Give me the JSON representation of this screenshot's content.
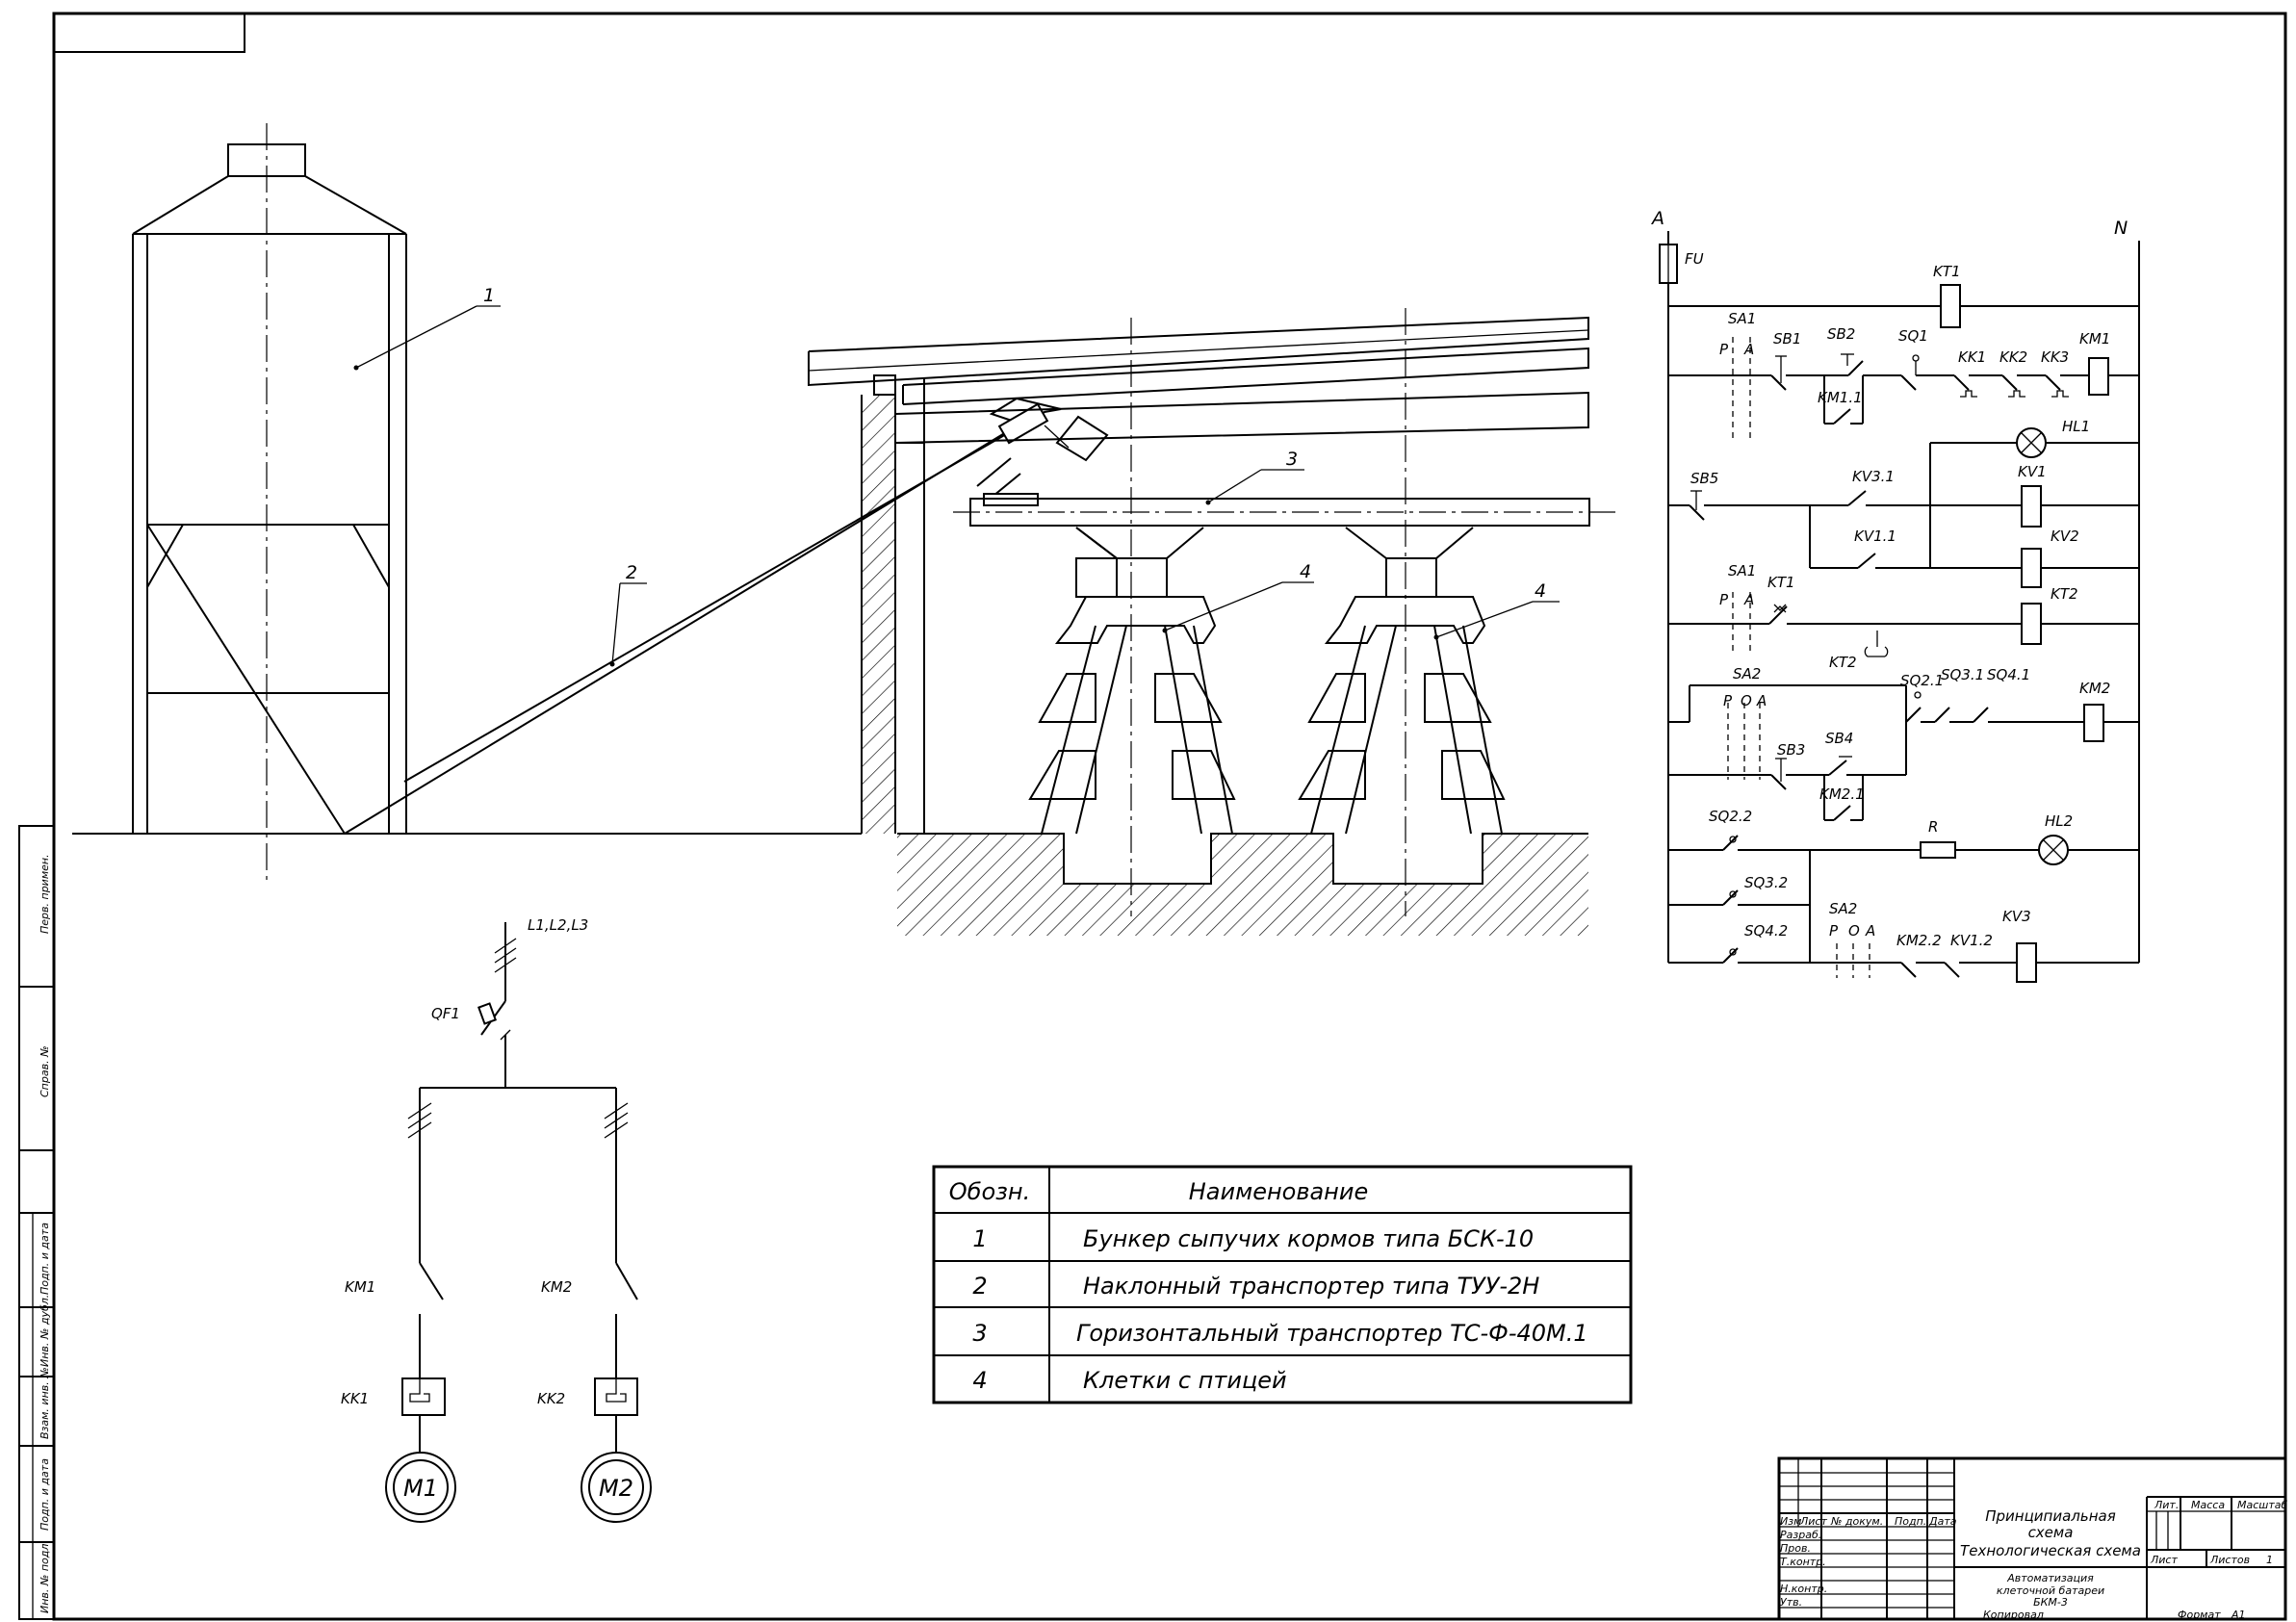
{
  "leaders": [
    "1",
    "2",
    "3",
    "4",
    "4"
  ],
  "spec_table": {
    "headers": [
      "Обозн.",
      "Наименование"
    ],
    "rows": [
      {
        "code": "1",
        "name": "Бункер сыпучих кормов типа БСК-10"
      },
      {
        "code": "2",
        "name": "Наклонный транспортер типа  ТУУ-2Н"
      },
      {
        "code": "3",
        "name": "Горизонтальный транспортер ТС-Ф-40М.1"
      },
      {
        "code": "4",
        "name": "Клетки с птицей"
      }
    ]
  },
  "power_circuit": {
    "supply": "L1,L2,L3",
    "breaker": "QF1",
    "contactors": [
      "KM1",
      "KM2"
    ],
    "relays": [
      "KK1",
      "KK2"
    ],
    "motors": [
      "M1",
      "M2"
    ]
  },
  "control_circuit": {
    "phase": "A",
    "neutral": "N",
    "fuse": "FU",
    "labels": {
      "kt1_top": "KT1",
      "sa1": "SA1",
      "sa1_p": "P",
      "sa1_a": "A",
      "sb1": "SB1",
      "sb2": "SB2",
      "sq1": "SQ1",
      "km11": "KM1.1",
      "kk1": "KK1",
      "kk2": "KK2",
      "kk3": "KK3",
      "km1": "KM1",
      "hl1": "HL1",
      "sb5": "SB5",
      "kv31": "KV3.1",
      "kv1": "KV1",
      "kv11": "KV1.1",
      "kv2": "KV2",
      "sa1b": "SA1",
      "sa1b_p": "P",
      "sa1b_a": "A",
      "kt1b": "KT1",
      "kt2": "KT2",
      "kt2c": "KT2",
      "sa2": "SA2",
      "sa2_p": "P",
      "sa2_o": "O",
      "sa2_a": "A",
      "sq21": "SQ2.1",
      "sq31": "SQ3.1",
      "sq41": "SQ4.1",
      "km2": "KM2",
      "sb4": "SB4",
      "sb3": "SB3",
      "km21": "KM2.1",
      "sq22": "SQ2.2",
      "r": "R",
      "hl2": "HL2",
      "sq32": "SQ3.2",
      "sq42": "SQ4.2",
      "sa2b": "SA2",
      "sa2b_p": "P",
      "sa2b_o": "O",
      "sa2b_a": "A",
      "km22": "KM2.2",
      "kv12": "KV1.2",
      "kv3": "KV3"
    }
  },
  "side_stamp": [
    "Перв. примен.",
    "Справ. №",
    "Подп. и дата",
    "Инв. № дубл.",
    "Взам. инв. №",
    "Подп. и дата",
    "Инв. № подл."
  ],
  "title_block": {
    "col_headers": [
      "Изм",
      "Лист",
      "№ докум.",
      "Подп.",
      "Дата"
    ],
    "roles": [
      "Разраб.",
      "Пров.",
      "Т.контр.",
      "",
      "Н.контр.",
      "Утв."
    ],
    "title_lines": [
      "Принципиальная",
      "схема",
      "Технологическая схема"
    ],
    "subtitle_lines": [
      "Автоматизация",
      "клеточной батареи",
      "БКМ-3"
    ],
    "lit": "Лит.",
    "mass": "Масса",
    "scale": "Масштаб",
    "sheet": "Лист",
    "sheets": "Листов",
    "sheets_count": "1",
    "copied": "Копировал",
    "format": "Формат",
    "format_value": "A1"
  }
}
